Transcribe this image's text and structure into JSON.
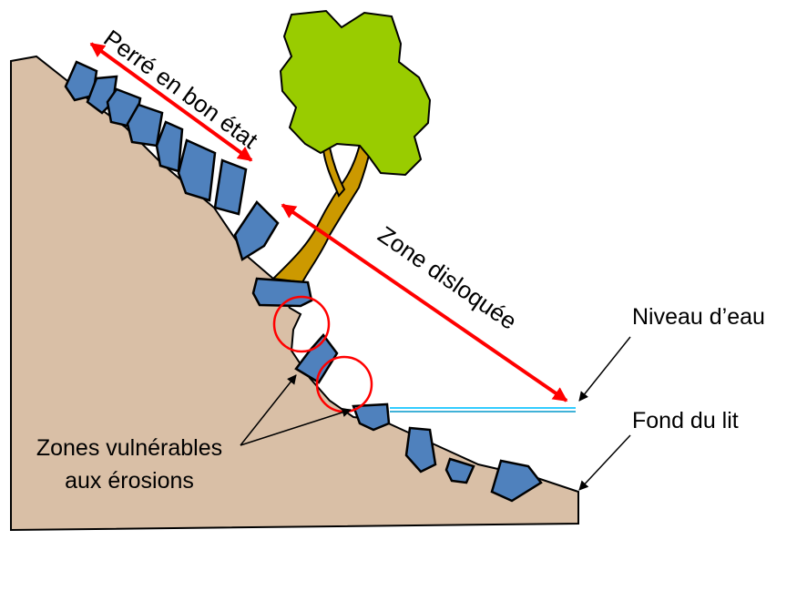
{
  "labels": {
    "perre": "Perré en bon état",
    "zone_disloquee": "Zone disloquée",
    "niveau_eau": "Niveau d’eau",
    "fond_lit": "Fond du lit",
    "zones_line1": "Zones vulnérables",
    "zones_line2": "aux érosions"
  },
  "colors": {
    "soil": "#d9bfa6",
    "stone": "#4f81bd",
    "foliage": "#99cc00",
    "trunk": "#cc9900",
    "arrow": "#ff0000",
    "water": "#33ccff"
  }
}
